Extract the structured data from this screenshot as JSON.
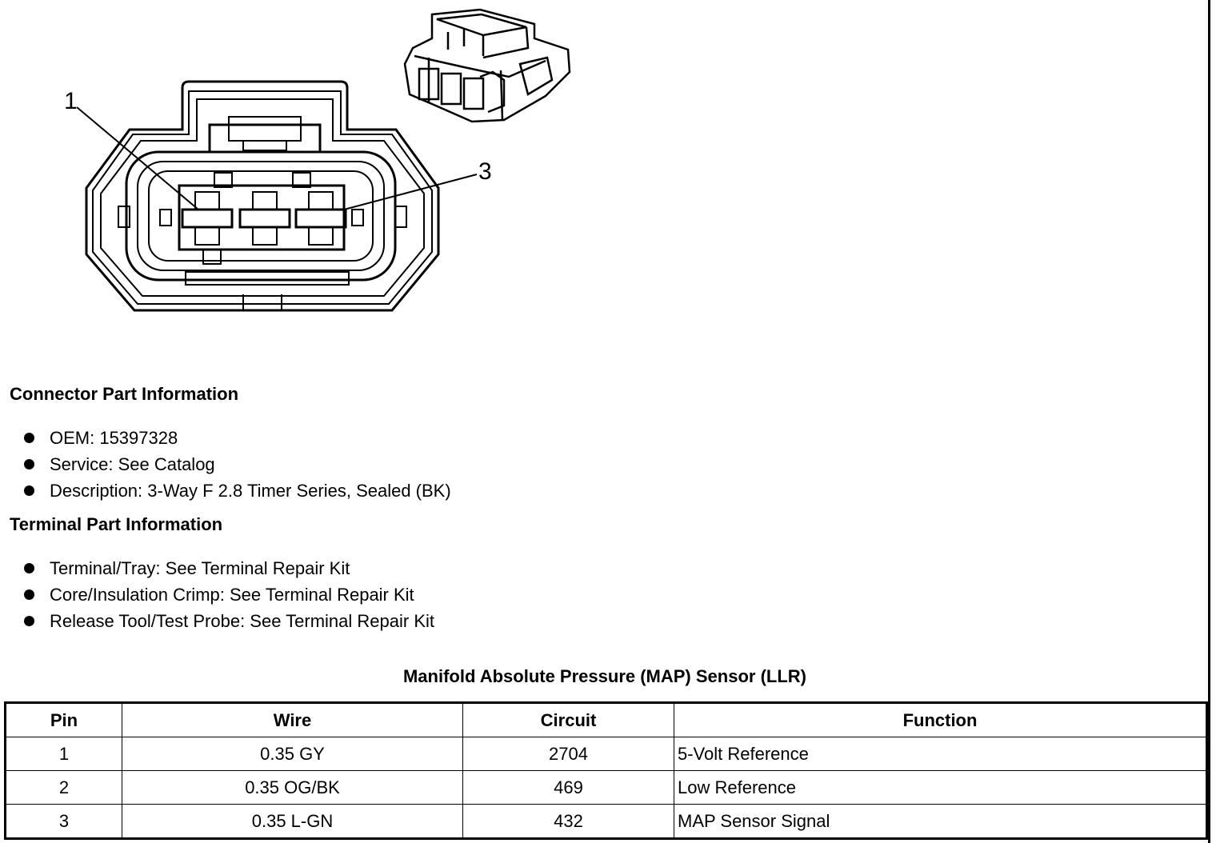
{
  "callouts": {
    "pin1": "1",
    "pin3": "3"
  },
  "connector_info": {
    "title": "Connector Part Information",
    "items": [
      "OEM: 15397328",
      "Service: See Catalog",
      "Description: 3-Way F 2.8 Timer Series, Sealed (BK)"
    ]
  },
  "terminal_info": {
    "title": "Terminal Part Information",
    "items": [
      "Terminal/Tray: See Terminal Repair Kit",
      "Core/Insulation Crimp: See Terminal Repair Kit",
      "Release Tool/Test Probe: See Terminal Repair Kit"
    ]
  },
  "table": {
    "title": "Manifold Absolute Pressure (MAP) Sensor (LLR)",
    "headers": [
      "Pin",
      "Wire",
      "Circuit",
      "Function"
    ],
    "rows": [
      [
        "1",
        "0.35 GY",
        "2704",
        "5-Volt Reference"
      ],
      [
        "2",
        "0.35 OG/BK",
        "469",
        "Low Reference"
      ],
      [
        "3",
        "0.35 L-GN",
        "432",
        "MAP Sensor Signal"
      ]
    ]
  }
}
